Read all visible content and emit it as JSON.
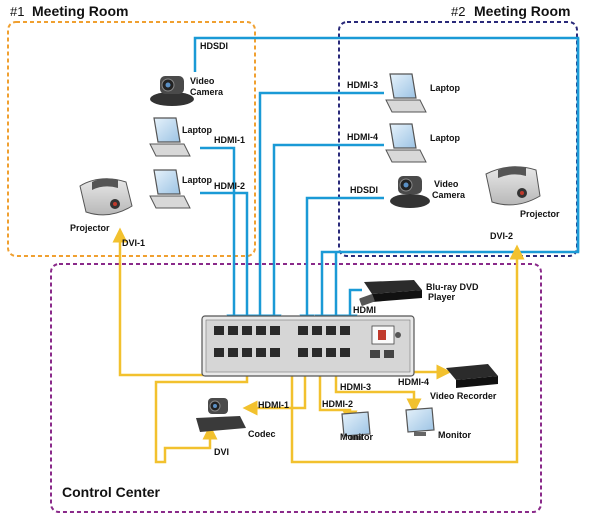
{
  "rooms": {
    "room1_num": "#1",
    "room1_name": "Meeting Room",
    "room2_num": "#2",
    "room2_name": "Meeting Room",
    "control_center": "Control Center"
  },
  "devices": {
    "video_camera_1": [
      "Video",
      "Camera"
    ],
    "laptop_1": "Laptop",
    "laptop_2": "Laptop",
    "projector_1": "Projector",
    "laptop_3": "Laptop",
    "laptop_4": "Laptop",
    "video_camera_2": [
      "Video",
      "Camera"
    ],
    "projector_2": "Projector",
    "bluray": [
      "Blu-ray DVD",
      "Player"
    ],
    "video_recorder": "Video Recorder",
    "codec": "Codec",
    "monitor_1": "Monitor",
    "monitor_2": "Monitor"
  },
  "signals": {
    "hdsdi_1": "HDSDI",
    "hdmi_1": "HDMI-1",
    "hdmi_2": "HDMI-2",
    "dvi_1": "DVI-1",
    "hdmi_3": "HDMI-3",
    "hdmi_4": "HDMI-4",
    "hdsdi_2": "HDSDI",
    "dvi_2": "DVI-2",
    "hdmi_bluray": "HDMI",
    "out_hdmi_1": "HDMI-1",
    "out_hdmi_2": "HDMI-2",
    "out_hdmi_3": "HDMI-3",
    "out_hdmi_4": "HDMI-4",
    "dvi_codec": "DVI"
  },
  "colors": {
    "input_line": "#1a9ad6",
    "output_line": "#f2c12e",
    "room1_border": "#f0a030",
    "room2_border": "#2a2a7a",
    "control_border": "#8a2a8a"
  }
}
